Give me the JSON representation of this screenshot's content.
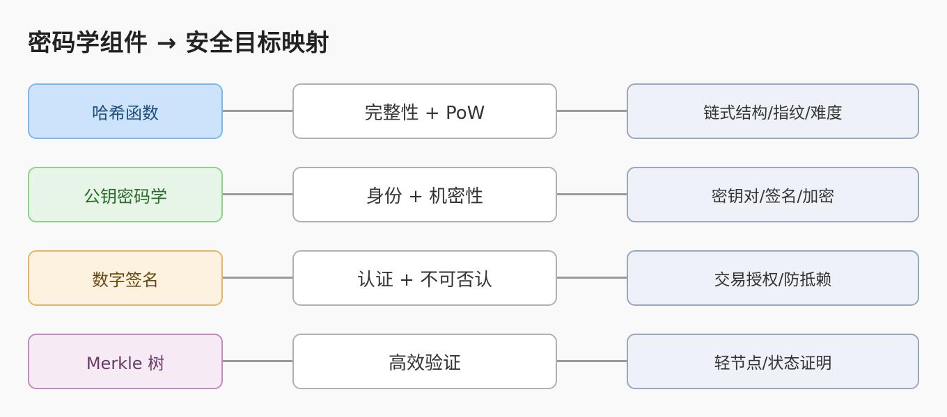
{
  "title": "密码学组件 → 安全目标映射",
  "rows": [
    {
      "component": "哈希函数",
      "goal": "完整性 + PoW",
      "application": "链式结构/指纹/难度",
      "colors": {
        "fill": "#cce3fb",
        "border": "#7fb7e6",
        "text": "#1f4d7a"
      }
    },
    {
      "component": "公钥密码学",
      "goal": "身份 + 机密性",
      "application": "密钥对/签名/加密",
      "colors": {
        "fill": "#e6f5e6",
        "border": "#8fd08f",
        "text": "#2a6a2a"
      }
    },
    {
      "component": "数字签名",
      "goal": "认证 + 不可否认",
      "application": "交易授权/防抵赖",
      "colors": {
        "fill": "#fdf1df",
        "border": "#e5b46a",
        "text": "#6a4a12"
      }
    },
    {
      "component": "Merkle 树",
      "goal": "高效验证",
      "application": "轻节点/状态证明",
      "colors": {
        "fill": "#f6eaf4",
        "border": "#bf8cbc",
        "text": "#6a3a68"
      }
    }
  ]
}
